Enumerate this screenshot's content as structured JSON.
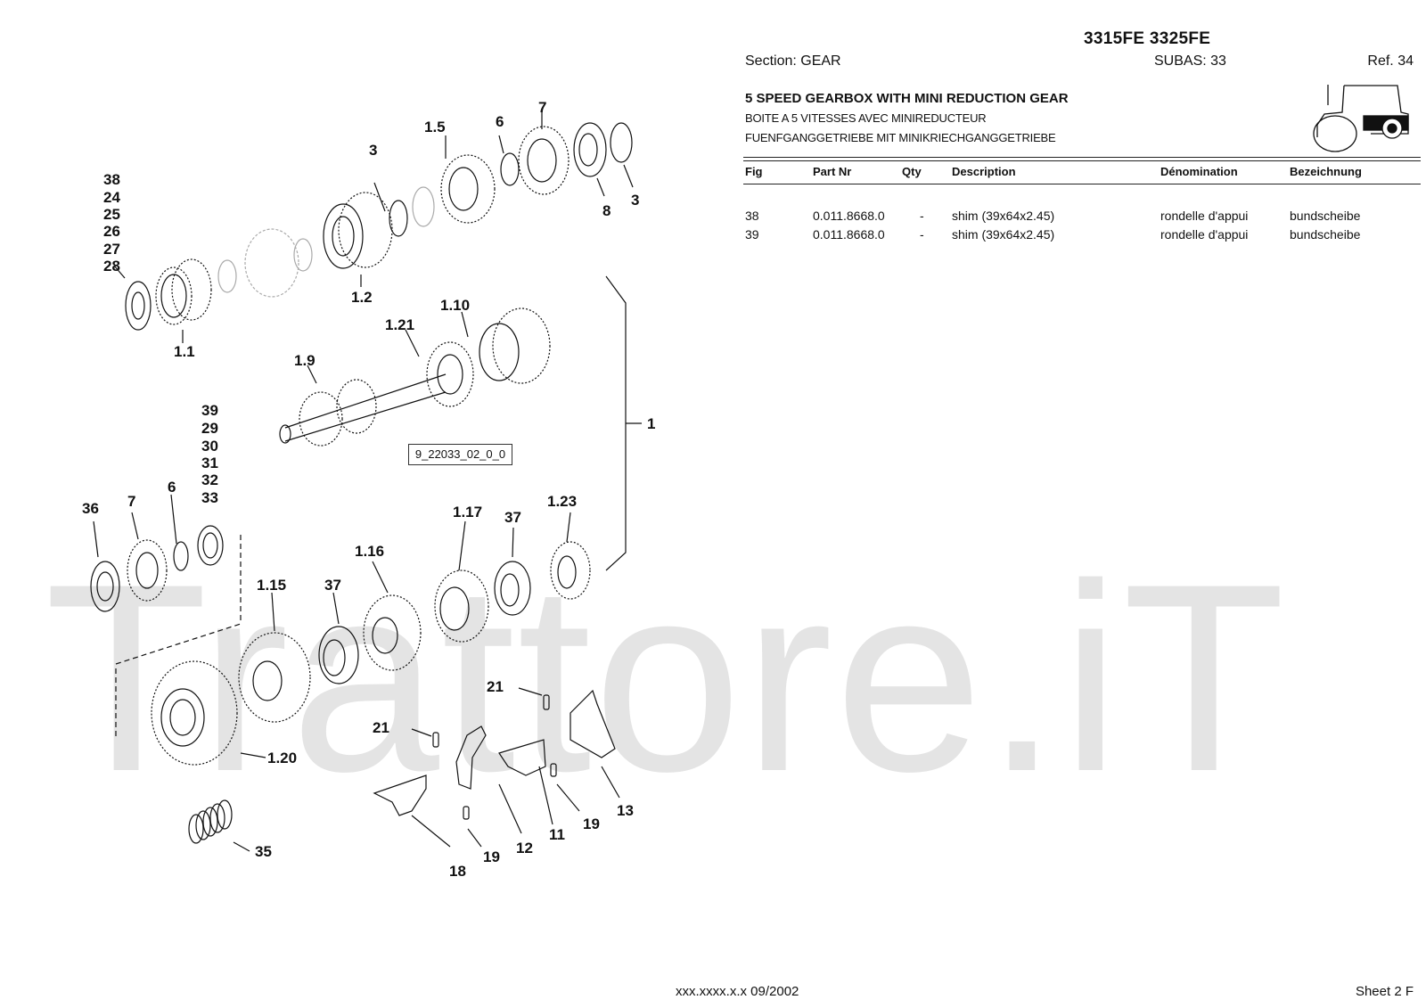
{
  "header": {
    "model": "3315FE 3325FE",
    "section": "Section: GEAR",
    "subas": "SUBAS: 33",
    "ref": "Ref. 34"
  },
  "titles": {
    "en": "5 SPEED GEARBOX WITH MINI REDUCTION GEAR",
    "fr": "BOITE A 5 VITESSES AVEC MINIREDUCTEUR",
    "de": "FUENFGANGGETRIEBE MIT MINIKRIECHGANGGETRIEBE"
  },
  "table": {
    "columns": [
      "Fig",
      "Part Nr",
      "Qty",
      "Description",
      "Dénomination",
      "Bezeichnung"
    ],
    "rows": [
      [
        "38",
        "0.011.8668.0",
        "-",
        "shim (39x64x2.45)",
        "rondelle d'appui",
        "bundscheibe"
      ],
      [
        "39",
        "0.011.8668.0",
        "-",
        "shim (39x64x2.45)",
        "rondelle d'appui",
        "bundscheibe"
      ]
    ]
  },
  "diagram": {
    "code": "9_22033_02_0_0",
    "labels": [
      "38",
      "24",
      "25",
      "26",
      "27",
      "28",
      "1.1",
      "1.2",
      "3",
      "1.5",
      "6",
      "7",
      "8",
      "3",
      "1.9",
      "1.21",
      "1.10",
      "1",
      "39",
      "29",
      "30",
      "31",
      "32",
      "33",
      "36",
      "7",
      "6",
      "1.15",
      "37",
      "1.16",
      "1.17",
      "37",
      "1.23",
      "1.20",
      "21",
      "21",
      "35",
      "18",
      "19",
      "12",
      "11",
      "19",
      "13"
    ]
  },
  "watermark": "Trattore.iT",
  "footer": {
    "code_date": "xxx.xxxx.x.x  09/2002",
    "sheet": "Sheet 2 F"
  },
  "icons": {
    "tractor": "tractor-icon"
  }
}
